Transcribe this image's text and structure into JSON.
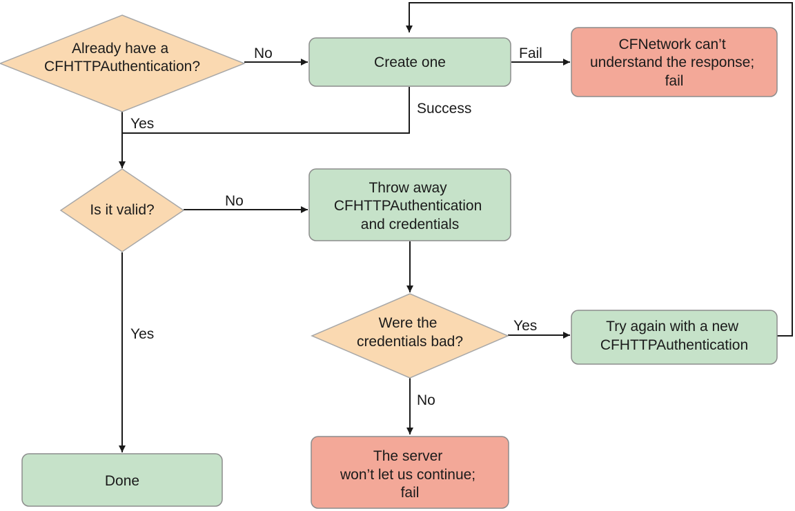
{
  "colors": {
    "decision": "#fad9b1",
    "process": "#c6e2c9",
    "failure": "#f3a898",
    "line": "#1a1a1a"
  },
  "nodes": {
    "already_have": {
      "lines": [
        "Already have a",
        "CFHTTPAuthentication?"
      ]
    },
    "create_one": {
      "lines": [
        "Create one"
      ]
    },
    "cfnetwork_fail": {
      "lines": [
        "CFNetwork can’t",
        "understand the response;",
        "fail"
      ]
    },
    "is_valid": {
      "lines": [
        "Is it valid?"
      ]
    },
    "throw_away": {
      "lines": [
        "Throw away",
        "CFHTTPAuthentication",
        "and credentials"
      ]
    },
    "credentials_bad": {
      "lines": [
        "Were the",
        "credentials bad?"
      ]
    },
    "try_again": {
      "lines": [
        "Try again with a new",
        "CFHTTPAuthentication"
      ]
    },
    "done": {
      "lines": [
        "Done"
      ]
    },
    "server_fail": {
      "lines": [
        "The server",
        "won’t let us continue;",
        "fail"
      ]
    }
  },
  "edge_labels": {
    "already_no": "No",
    "create_fail": "Fail",
    "create_success": "Success",
    "already_yes": "Yes",
    "valid_no": "No",
    "valid_yes": "Yes",
    "bad_yes": "Yes",
    "bad_no": "No"
  }
}
